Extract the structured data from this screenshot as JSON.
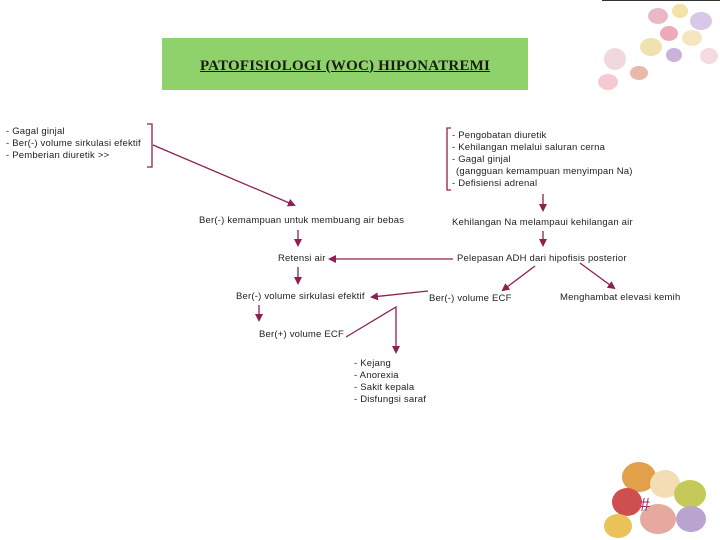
{
  "title": "PATOFISIOLOGI (WOC) HIPONATREMI",
  "causes_left": [
    "- Gagal ginjal",
    "- Ber(-) volume sirkulasi efektif",
    "- Pemberian diuretik >>"
  ],
  "causes_right": [
    "- Pengobatan diuretik",
    "- Kehilangan melalui saluran cerna",
    "- Gagal ginjal",
    "(gangguan kemampuan menyimpan Na)",
    "- Defisiensi adrenal"
  ],
  "nodes": {
    "ber_kemampuan": "Ber(-) kemampuan untuk membuang air bebas",
    "kehilangan_na": "Kehilangan Na melampaui kehilangan air",
    "retensi_air": "Retensi air",
    "pelepasan_adh": "Pelepasan ADH dari hipofisis posterior",
    "ber_volume_sirkulasi": "Ber(-) volume sirkulasi efektif",
    "ber_volume_ecf_minus": "Ber(-) volume ECF",
    "menghambat": "Menghambat elevasi kemih",
    "ber_volume_ecf_plus": "Ber(+) volume ECF"
  },
  "symptoms": [
    "- Kejang",
    "- Anorexia",
    "- Sakit kepala",
    "- Disfungsi saraf"
  ],
  "slide_number": "#",
  "colors": {
    "title_bg": "#8fd16a",
    "arrow": "#8e1f52"
  }
}
